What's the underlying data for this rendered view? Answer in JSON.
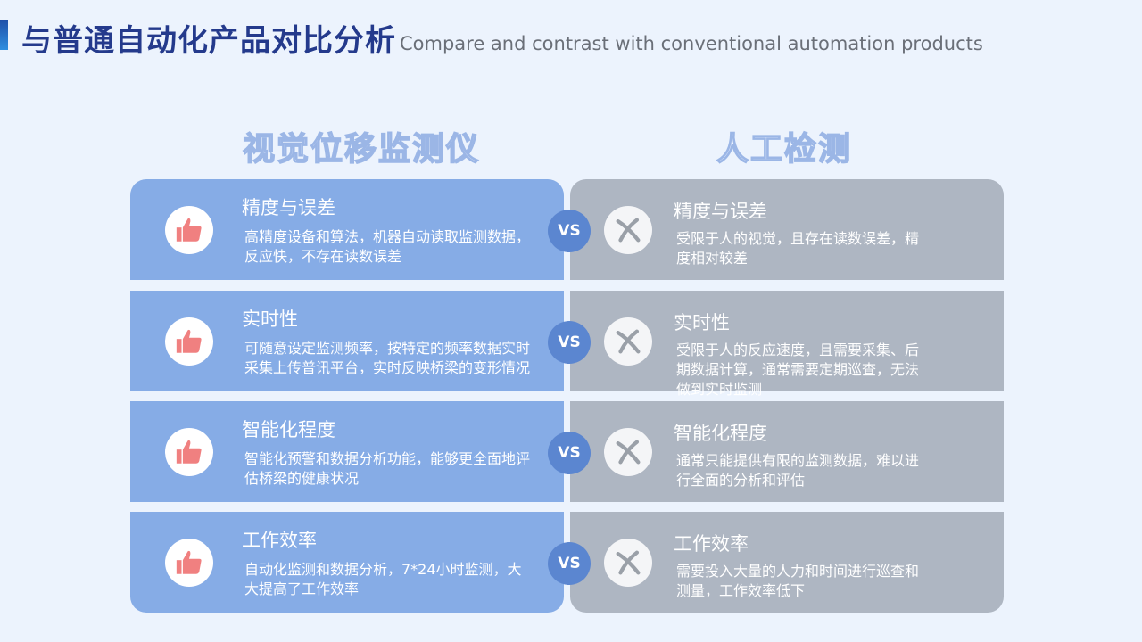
{
  "header": {
    "title": "与普通自动化产品对比分析",
    "subtitle": "Compare and contrast with conventional automation products"
  },
  "columns": {
    "left": "视觉位移监测仪",
    "right": "人工检测"
  },
  "vs_label": "VS",
  "rows": [
    {
      "left_title": "精度与误差",
      "left_text": "高精度设备和算法，机器自动读取监测数据，反应快，不存在读数误差",
      "right_title": "精度与误差",
      "right_text": "受限于人的视觉，且存在读数误差，精度相对较差"
    },
    {
      "left_title": "实时性",
      "left_text": "可随意设定监测频率，按特定的频率数据实时采集上传普讯平台，实时反映桥梁的变形情况",
      "right_title": "实时性",
      "right_text": "受限于人的反应速度，且需要采集、后期数据计算，通常需要定期巡查，无法做到实时监测"
    },
    {
      "left_title": "智能化程度",
      "left_text": "智能化预警和数据分析功能，能够更全面地评估桥梁的健康状况",
      "right_title": "智能化程度",
      "right_text": "通常只能提供有限的监测数据，难以进行全面的分析和评估"
    },
    {
      "left_title": "工作效率",
      "left_text": "自动化监测和数据分析，7*24小时监测，大大提高了工作效率",
      "right_title": "工作效率",
      "right_text": "需要投入大量的人力和时间进行巡查和测量，工作效率低下"
    }
  ],
  "colors": {
    "left_card": "#86ace6",
    "right_card": "#aeb6c2",
    "vs": "#5b86d0",
    "title": "#243a8c"
  }
}
